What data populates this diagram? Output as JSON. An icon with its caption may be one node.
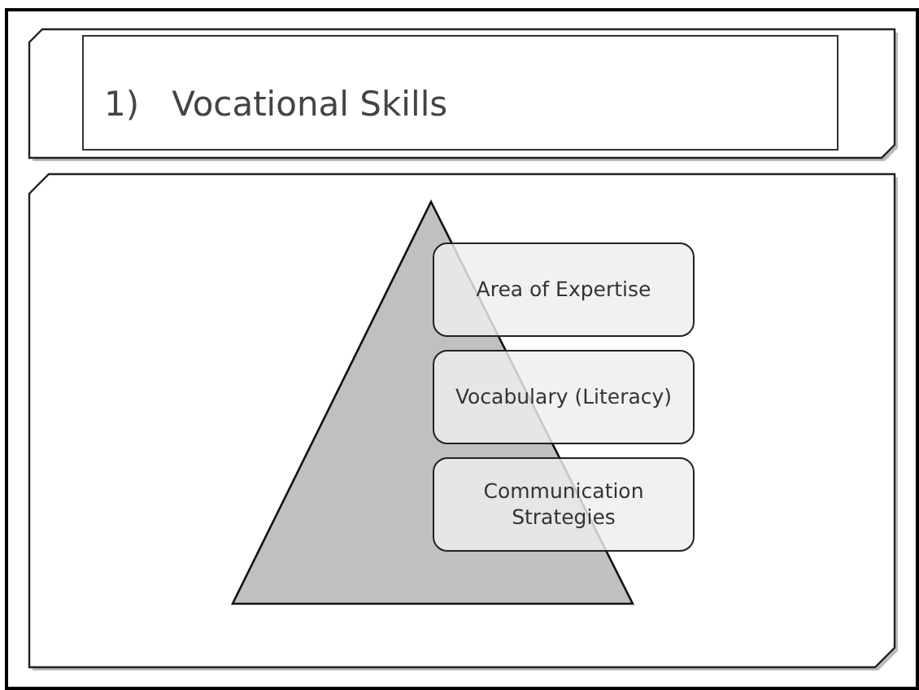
{
  "diagram": {
    "title": "1)   Vocational Skills",
    "nodes": [
      {
        "text": [
          "Area of Expertise"
        ]
      },
      {
        "text": [
          "Vocabulary (Literacy)"
        ]
      },
      {
        "text": [
          "Communication Strategies"
        ]
      }
    ]
  }
}
